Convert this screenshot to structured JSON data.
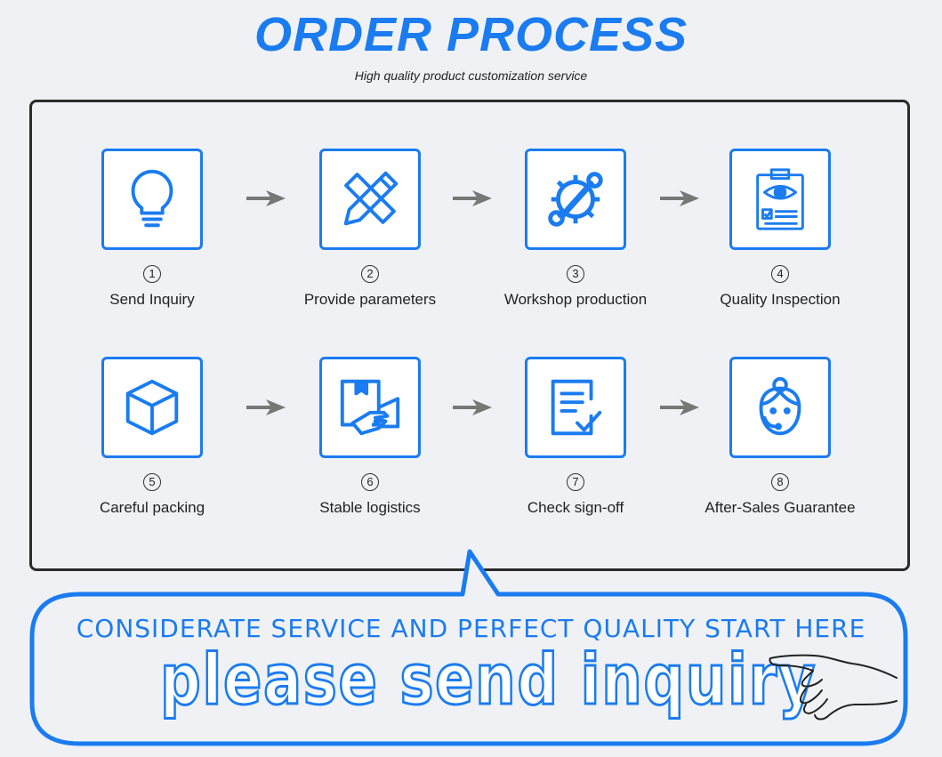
{
  "header": {
    "title": "ORDER PROCESS",
    "subtitle": "High quality product customization service"
  },
  "steps": [
    {
      "number": "1",
      "label": "Send Inquiry",
      "icon": "lightbulb-icon"
    },
    {
      "number": "2",
      "label": "Provide parameters",
      "icon": "ruler-pencil-icon"
    },
    {
      "number": "3",
      "label": "Workshop production",
      "icon": "wrench-gear-icon"
    },
    {
      "number": "4",
      "label": "Quality Inspection",
      "icon": "clipboard-eye-icon"
    },
    {
      "number": "5",
      "label": "Careful packing",
      "icon": "box-icon"
    },
    {
      "number": "6",
      "label": "Stable logistics",
      "icon": "hand-package-icon"
    },
    {
      "number": "7",
      "label": "Check sign-off",
      "icon": "document-check-icon"
    },
    {
      "number": "8",
      "label": "After-Sales Guarantee",
      "icon": "support-agent-icon"
    }
  ],
  "banner": {
    "tagline": "CONSIDERATE SERVICE AND PERFECT QUALITY START HERE",
    "cta": "please send inquiry"
  },
  "colors": {
    "accent": "#1a7cf0",
    "border": "#2b2b2b",
    "background": "#f0f1f5"
  }
}
